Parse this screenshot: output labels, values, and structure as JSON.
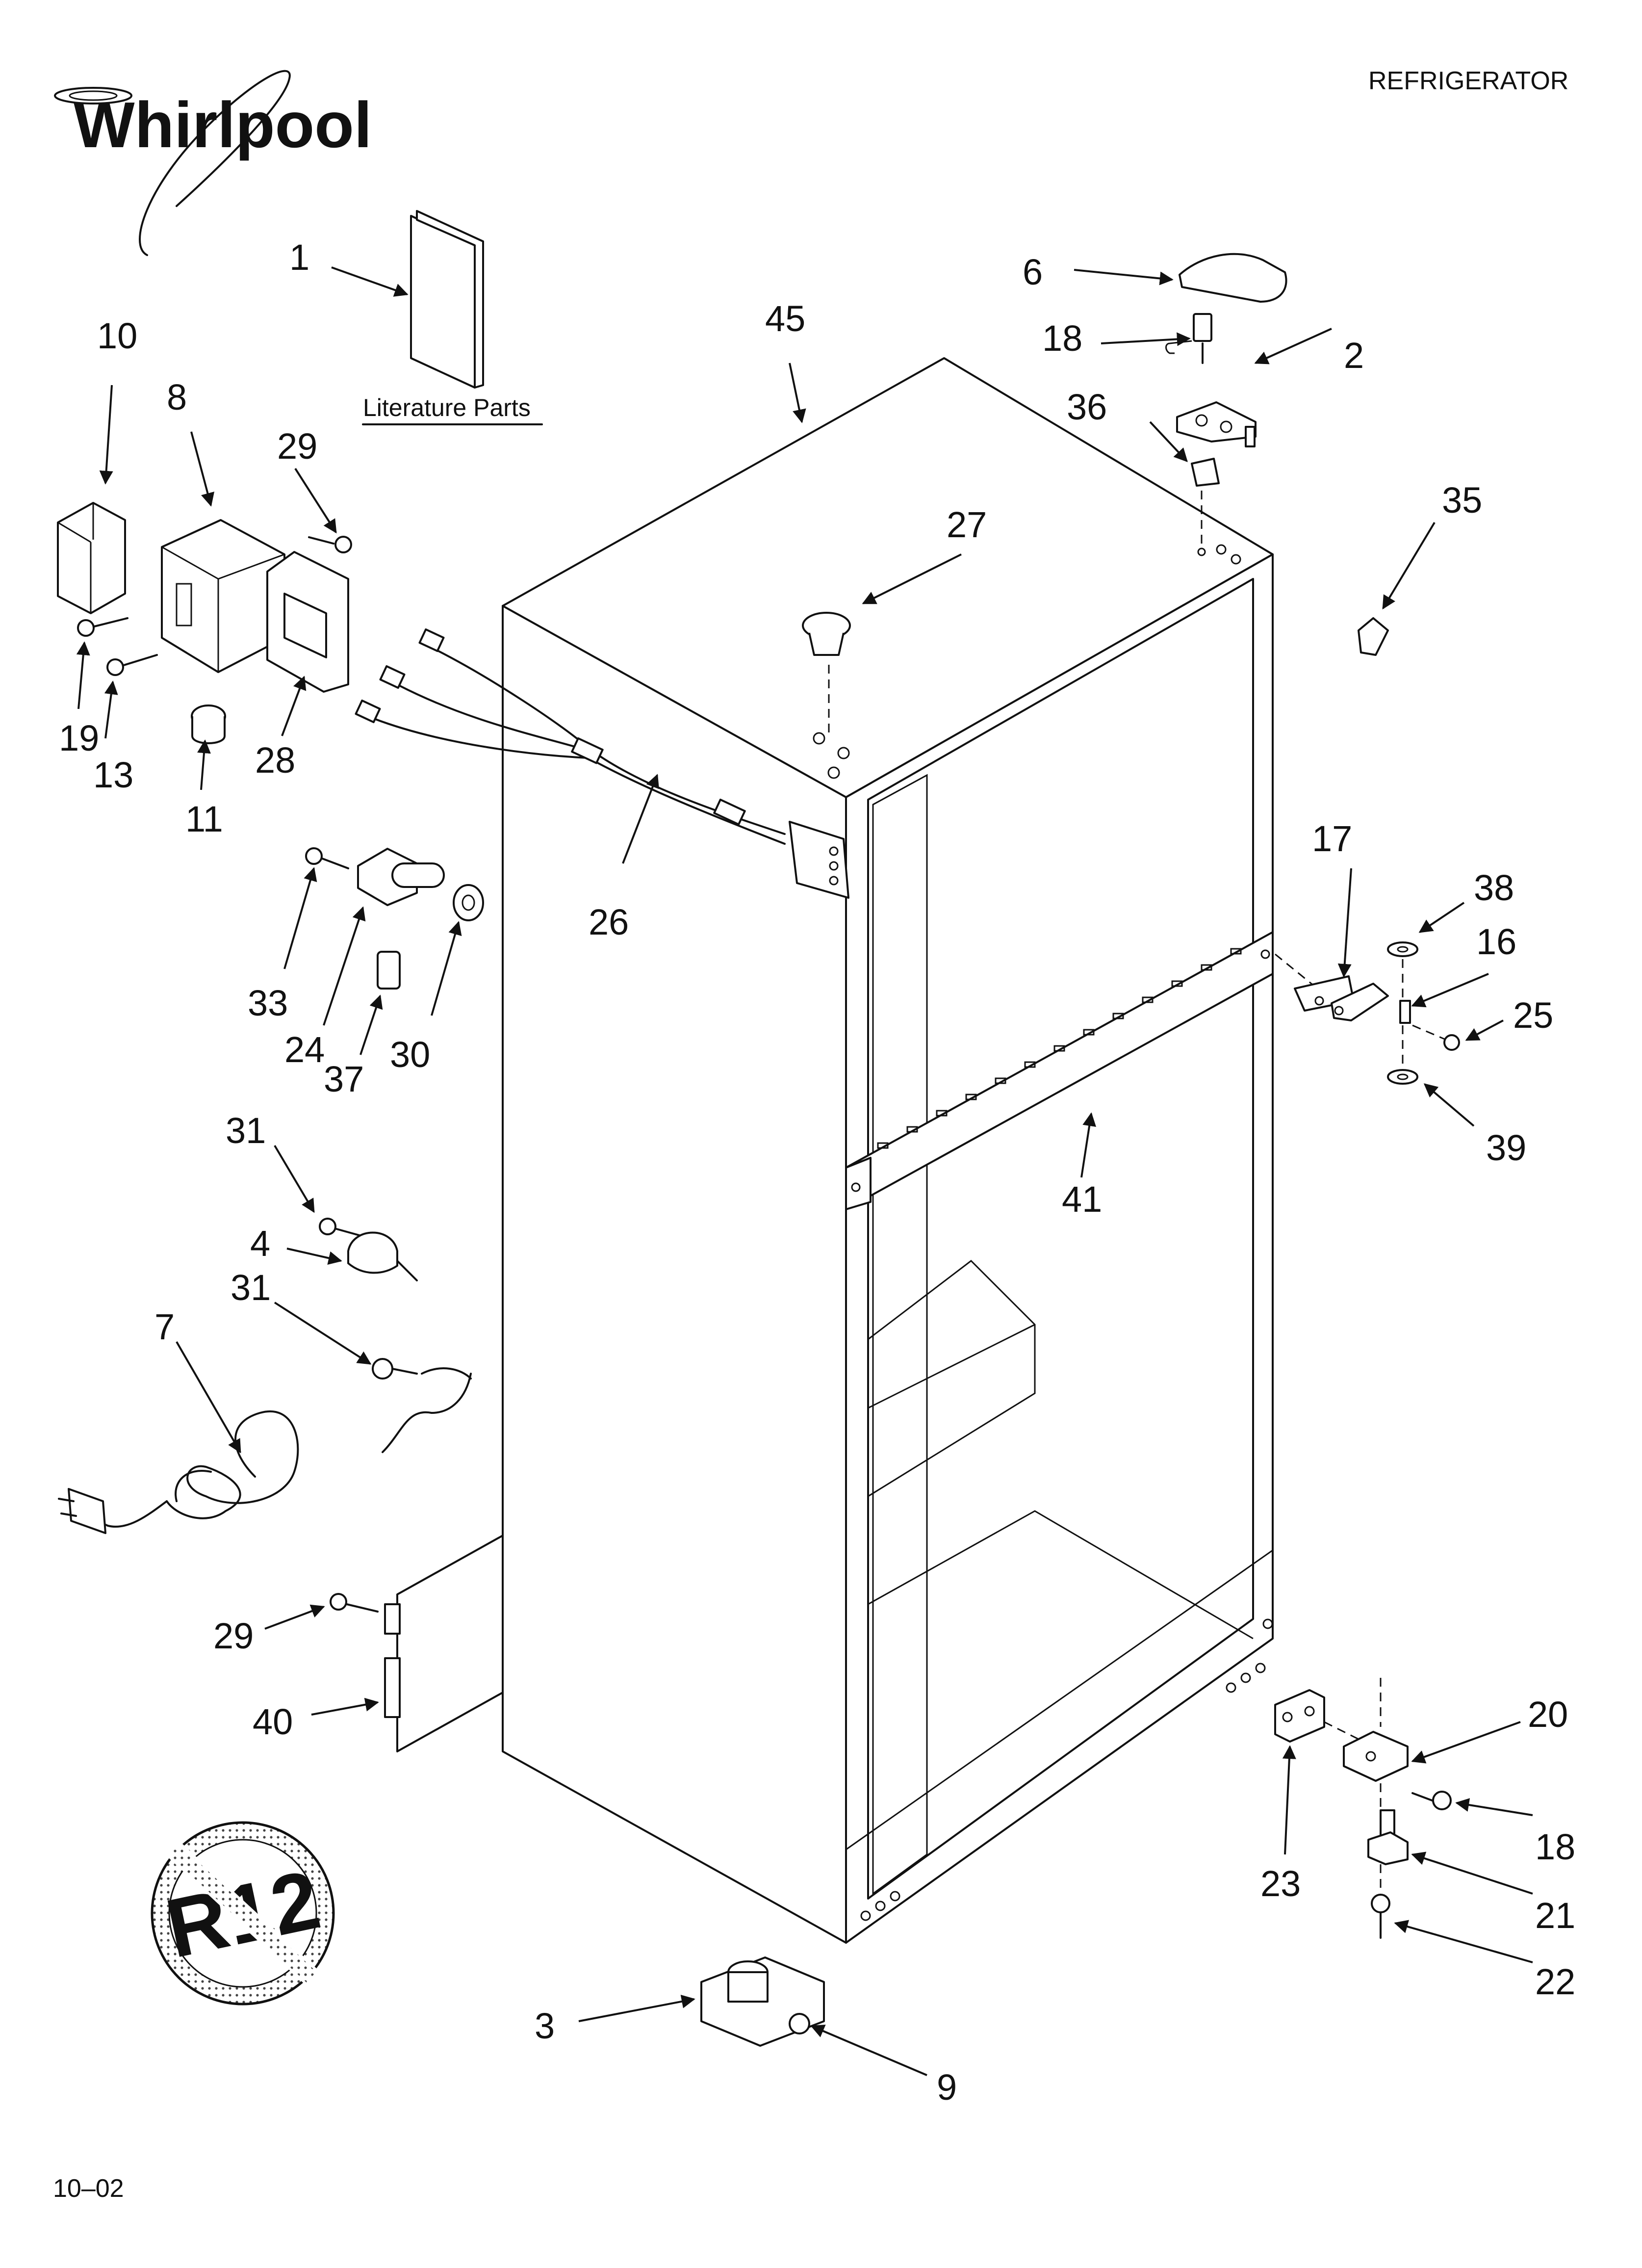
{
  "header": {
    "brand": "Whirlpool",
    "section": "REFRIGERATOR",
    "date_code": "10–02",
    "literature_caption": "Literature Parts",
    "badge": "R12"
  },
  "parts": [
    {
      "id": "1",
      "label": "1"
    },
    {
      "id": "2",
      "label": "2"
    },
    {
      "id": "3",
      "label": "3"
    },
    {
      "id": "4",
      "label": "4"
    },
    {
      "id": "6",
      "label": "6"
    },
    {
      "id": "7",
      "label": "7"
    },
    {
      "id": "8",
      "label": "8"
    },
    {
      "id": "9",
      "label": "9"
    },
    {
      "id": "10",
      "label": "10"
    },
    {
      "id": "11",
      "label": "11"
    },
    {
      "id": "13",
      "label": "13"
    },
    {
      "id": "16",
      "label": "16"
    },
    {
      "id": "17",
      "label": "17"
    },
    {
      "id": "18a",
      "label": "18"
    },
    {
      "id": "18b",
      "label": "18"
    },
    {
      "id": "19",
      "label": "19"
    },
    {
      "id": "20",
      "label": "20"
    },
    {
      "id": "21",
      "label": "21"
    },
    {
      "id": "22",
      "label": "22"
    },
    {
      "id": "23",
      "label": "23"
    },
    {
      "id": "24",
      "label": "24"
    },
    {
      "id": "25",
      "label": "25"
    },
    {
      "id": "26",
      "label": "26"
    },
    {
      "id": "27",
      "label": "27"
    },
    {
      "id": "28",
      "label": "28"
    },
    {
      "id": "29a",
      "label": "29"
    },
    {
      "id": "29b",
      "label": "29"
    },
    {
      "id": "30",
      "label": "30"
    },
    {
      "id": "31a",
      "label": "31"
    },
    {
      "id": "31b",
      "label": "31"
    },
    {
      "id": "33",
      "label": "33"
    },
    {
      "id": "35",
      "label": "35"
    },
    {
      "id": "36",
      "label": "36"
    },
    {
      "id": "37",
      "label": "37"
    },
    {
      "id": "38",
      "label": "38"
    },
    {
      "id": "39",
      "label": "39"
    },
    {
      "id": "40",
      "label": "40"
    },
    {
      "id": "41",
      "label": "41"
    },
    {
      "id": "45",
      "label": "45"
    }
  ]
}
